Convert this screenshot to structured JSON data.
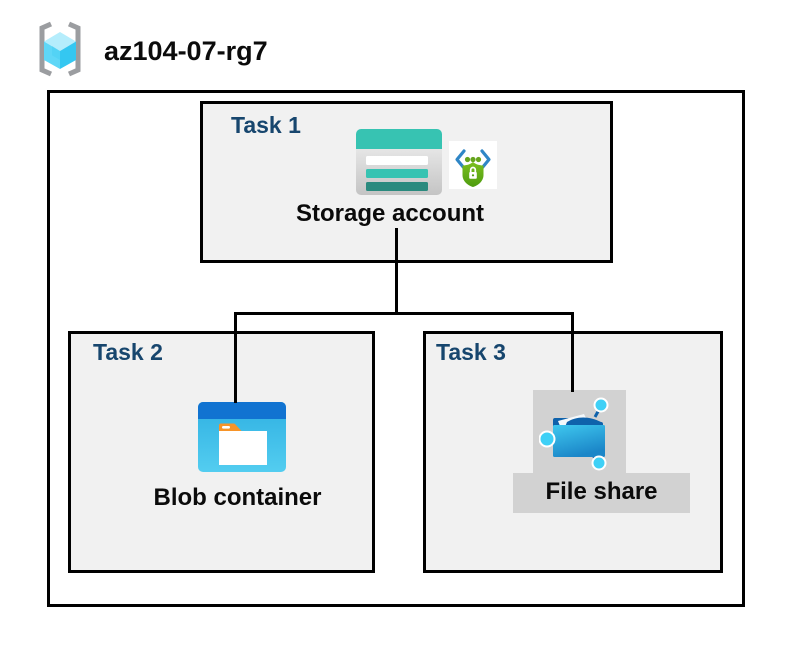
{
  "title": {
    "resource_group": "az104-07-rg7"
  },
  "tasks": {
    "task1": {
      "label": "Task 1",
      "resource": "Storage account"
    },
    "task2": {
      "label": "Task 2",
      "resource": "Blob container"
    },
    "task3": {
      "label": "Task 3",
      "resource": "File share"
    }
  },
  "icons": {
    "resource_group": "resource-group-icon",
    "storage_account": "storage-account-icon",
    "secure_access": "sas-secure-access-icon",
    "blob_container": "blob-container-icon",
    "file_share": "file-share-icon"
  },
  "connections": [
    {
      "from": "Storage account",
      "to": "Blob container"
    },
    {
      "from": "Storage account",
      "to": "File share"
    }
  ],
  "colors": {
    "canvas_bg": "#ffffff",
    "box_fill": "#f1f1f1",
    "box_border": "#000000",
    "connector": "#000000",
    "task_label": "#17466e",
    "resource_label": "#0b0b0b",
    "highlight": "#d2d2d2",
    "storage_teal": "#37c3b2",
    "storage_teal_dark": "#2a8a7e",
    "sas_blue": "#2f86c6",
    "sas_green": "#66a41c",
    "blob_header_blue": "#1173d1",
    "blob_body_cyan": "#3bbce7",
    "folder_tab_orange": "#f79428",
    "share_node_cyan": "#3ed0f6",
    "share_dark_blue": "#0f62ab",
    "bracket_gray": "#9b9da0"
  }
}
